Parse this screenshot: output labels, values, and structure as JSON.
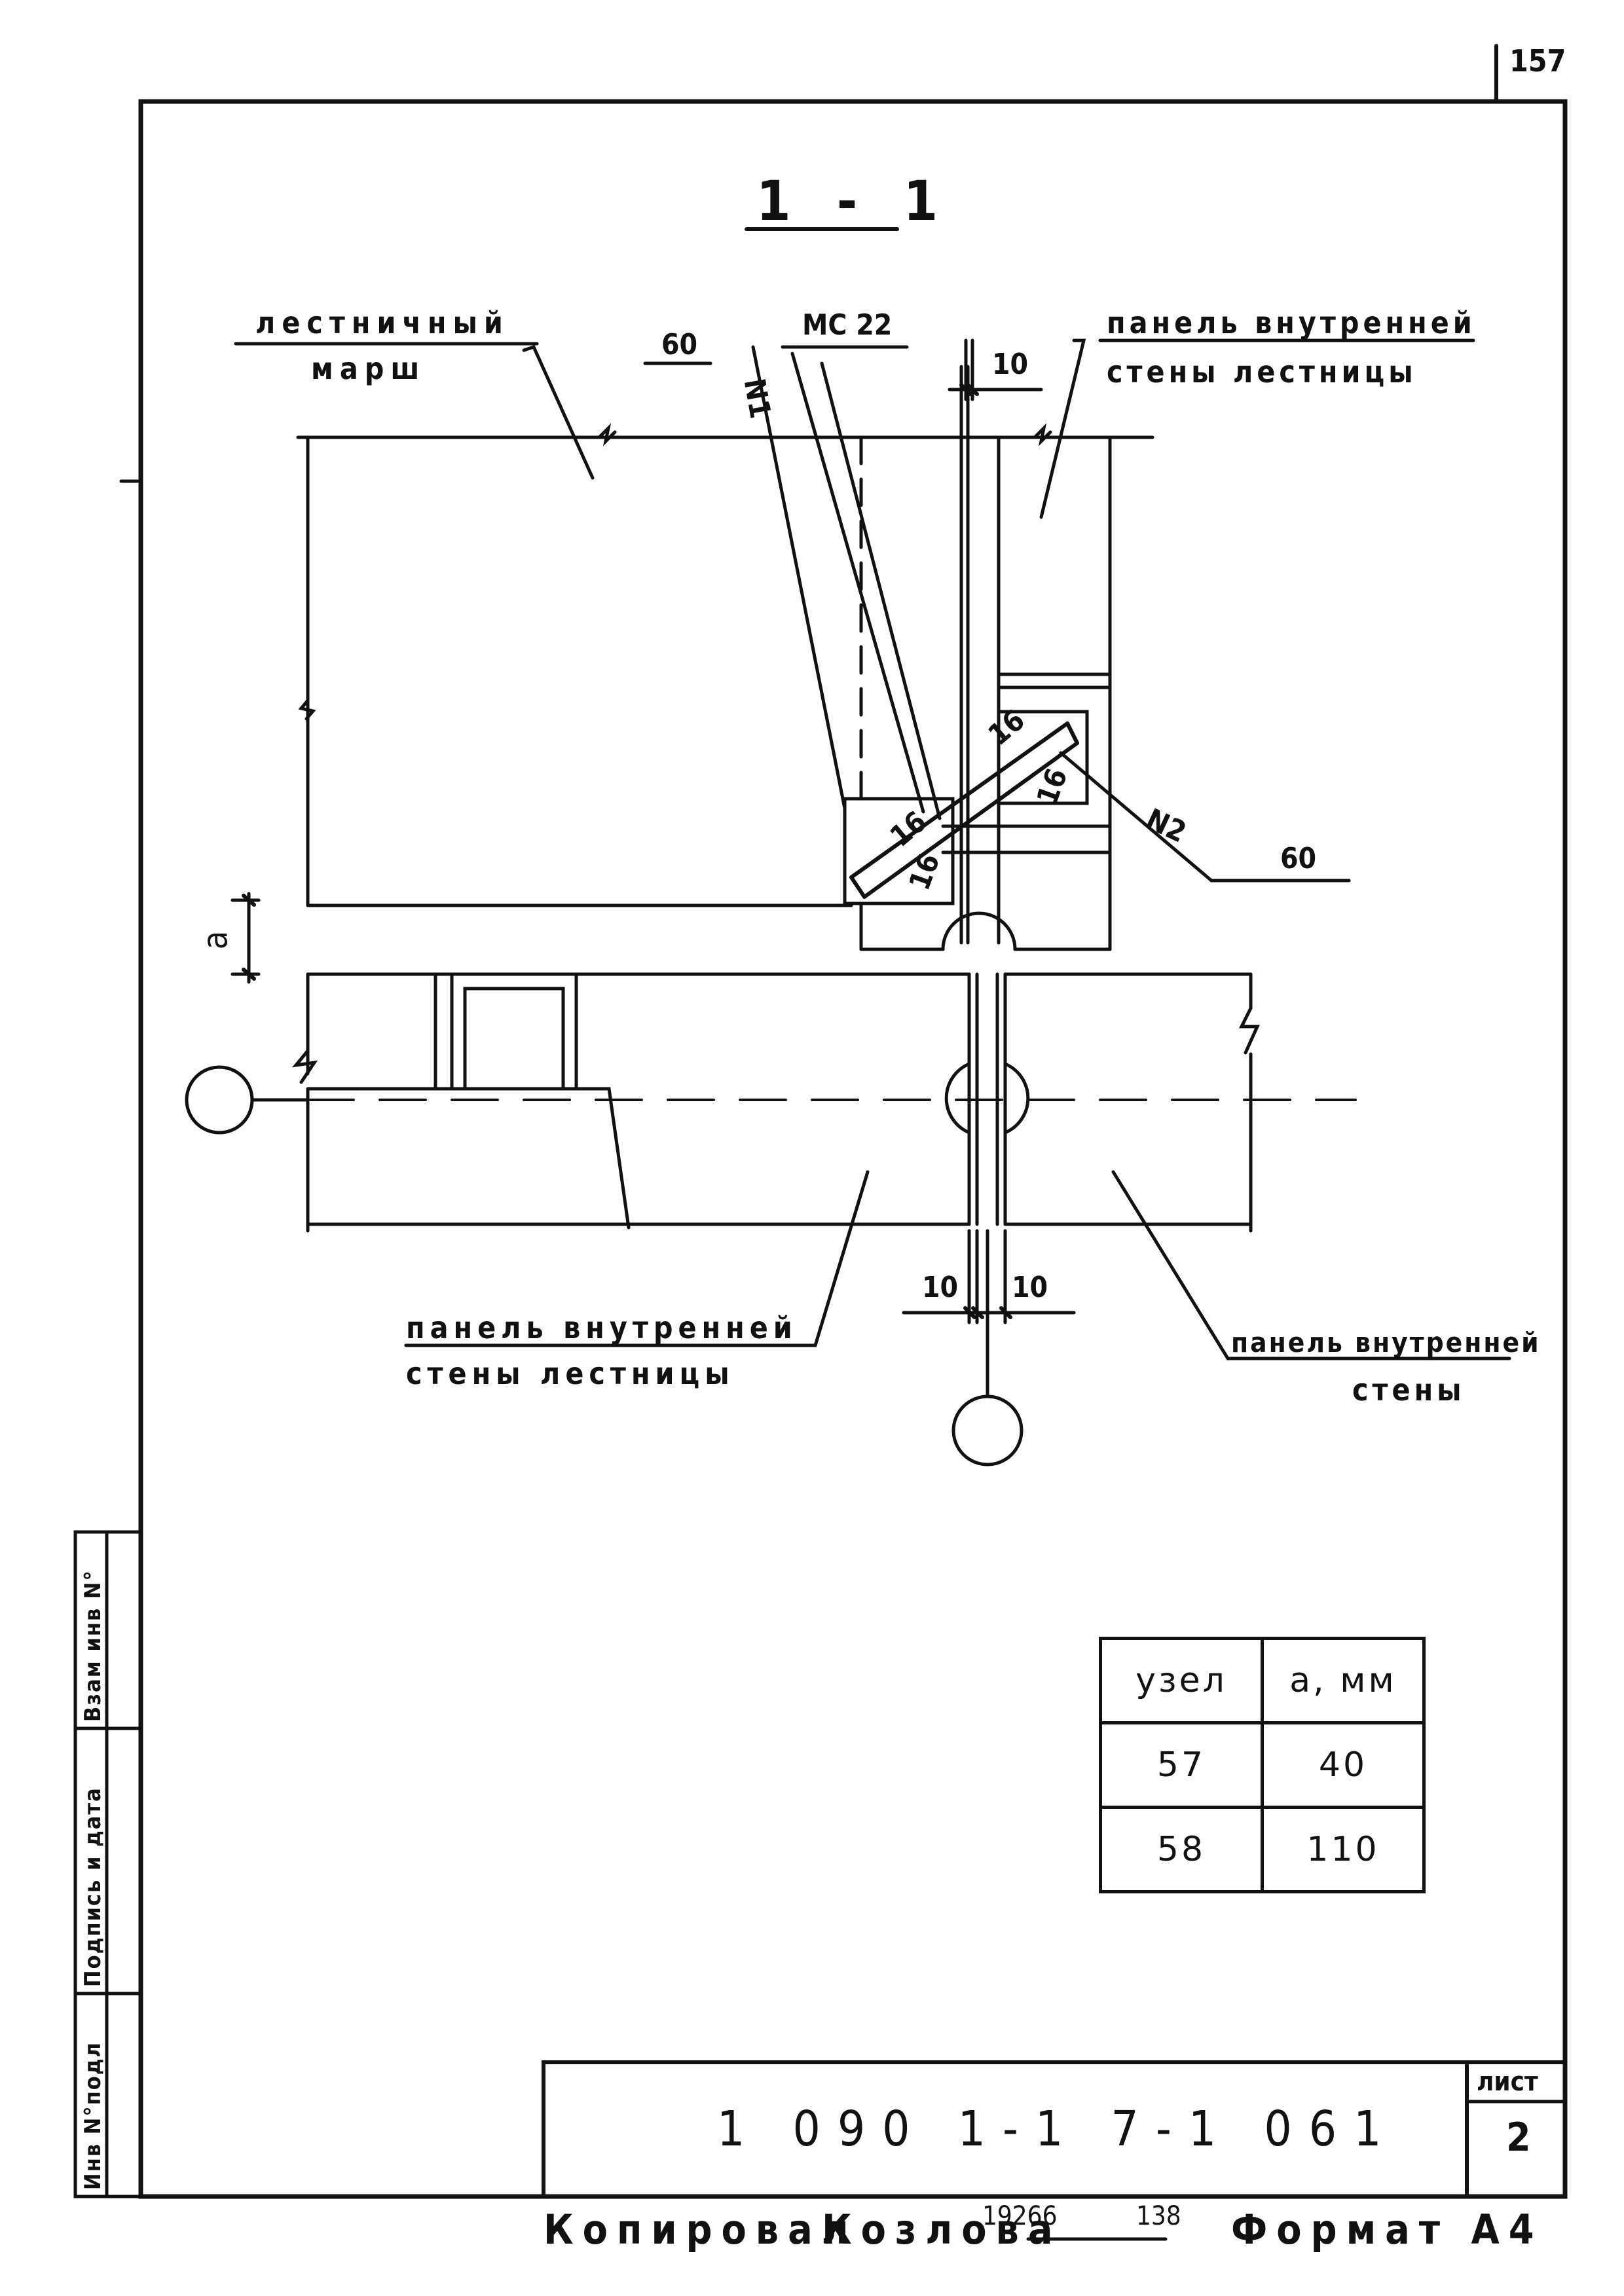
{
  "page_number": "157",
  "section_title": "1 - 1",
  "labels": {
    "stair_flight": [
      "лестничный",
      "марш"
    ],
    "stair_wall_panel_top": [
      "панель внутренней",
      "стены лестницы"
    ],
    "stair_wall_panel_bottom": [
      "панель внутренней",
      "стены лестницы"
    ],
    "inner_wall_panel": [
      "панель внутренней",
      "стены"
    ],
    "mc22": "МС 22",
    "n1": "N1",
    "n2": "N2",
    "dim_60_top": "60",
    "dim_60_right": "60",
    "dim_10_top": "10",
    "dim_10_bottom_left": "10",
    "dim_10_bottom_right": "10",
    "dim_a": "a",
    "weld_marks": [
      "16",
      "16",
      "16",
      "16"
    ]
  },
  "node_table": {
    "headers": [
      "узел",
      "a, мм"
    ],
    "rows": [
      [
        "57",
        "40"
      ],
      [
        "58",
        "110"
      ]
    ]
  },
  "side_stamp": [
    "Инв N°подл",
    "Подпись и дата",
    "Взам инв N°"
  ],
  "title_block": {
    "code": "1 090 1-1 7-1 061",
    "sheet_label": "лист",
    "sheet_number": "2"
  },
  "footer": {
    "copied": "Копировал",
    "name": "Козлова",
    "number1": "19266",
    "number2": "138",
    "format": "Формат А4"
  }
}
